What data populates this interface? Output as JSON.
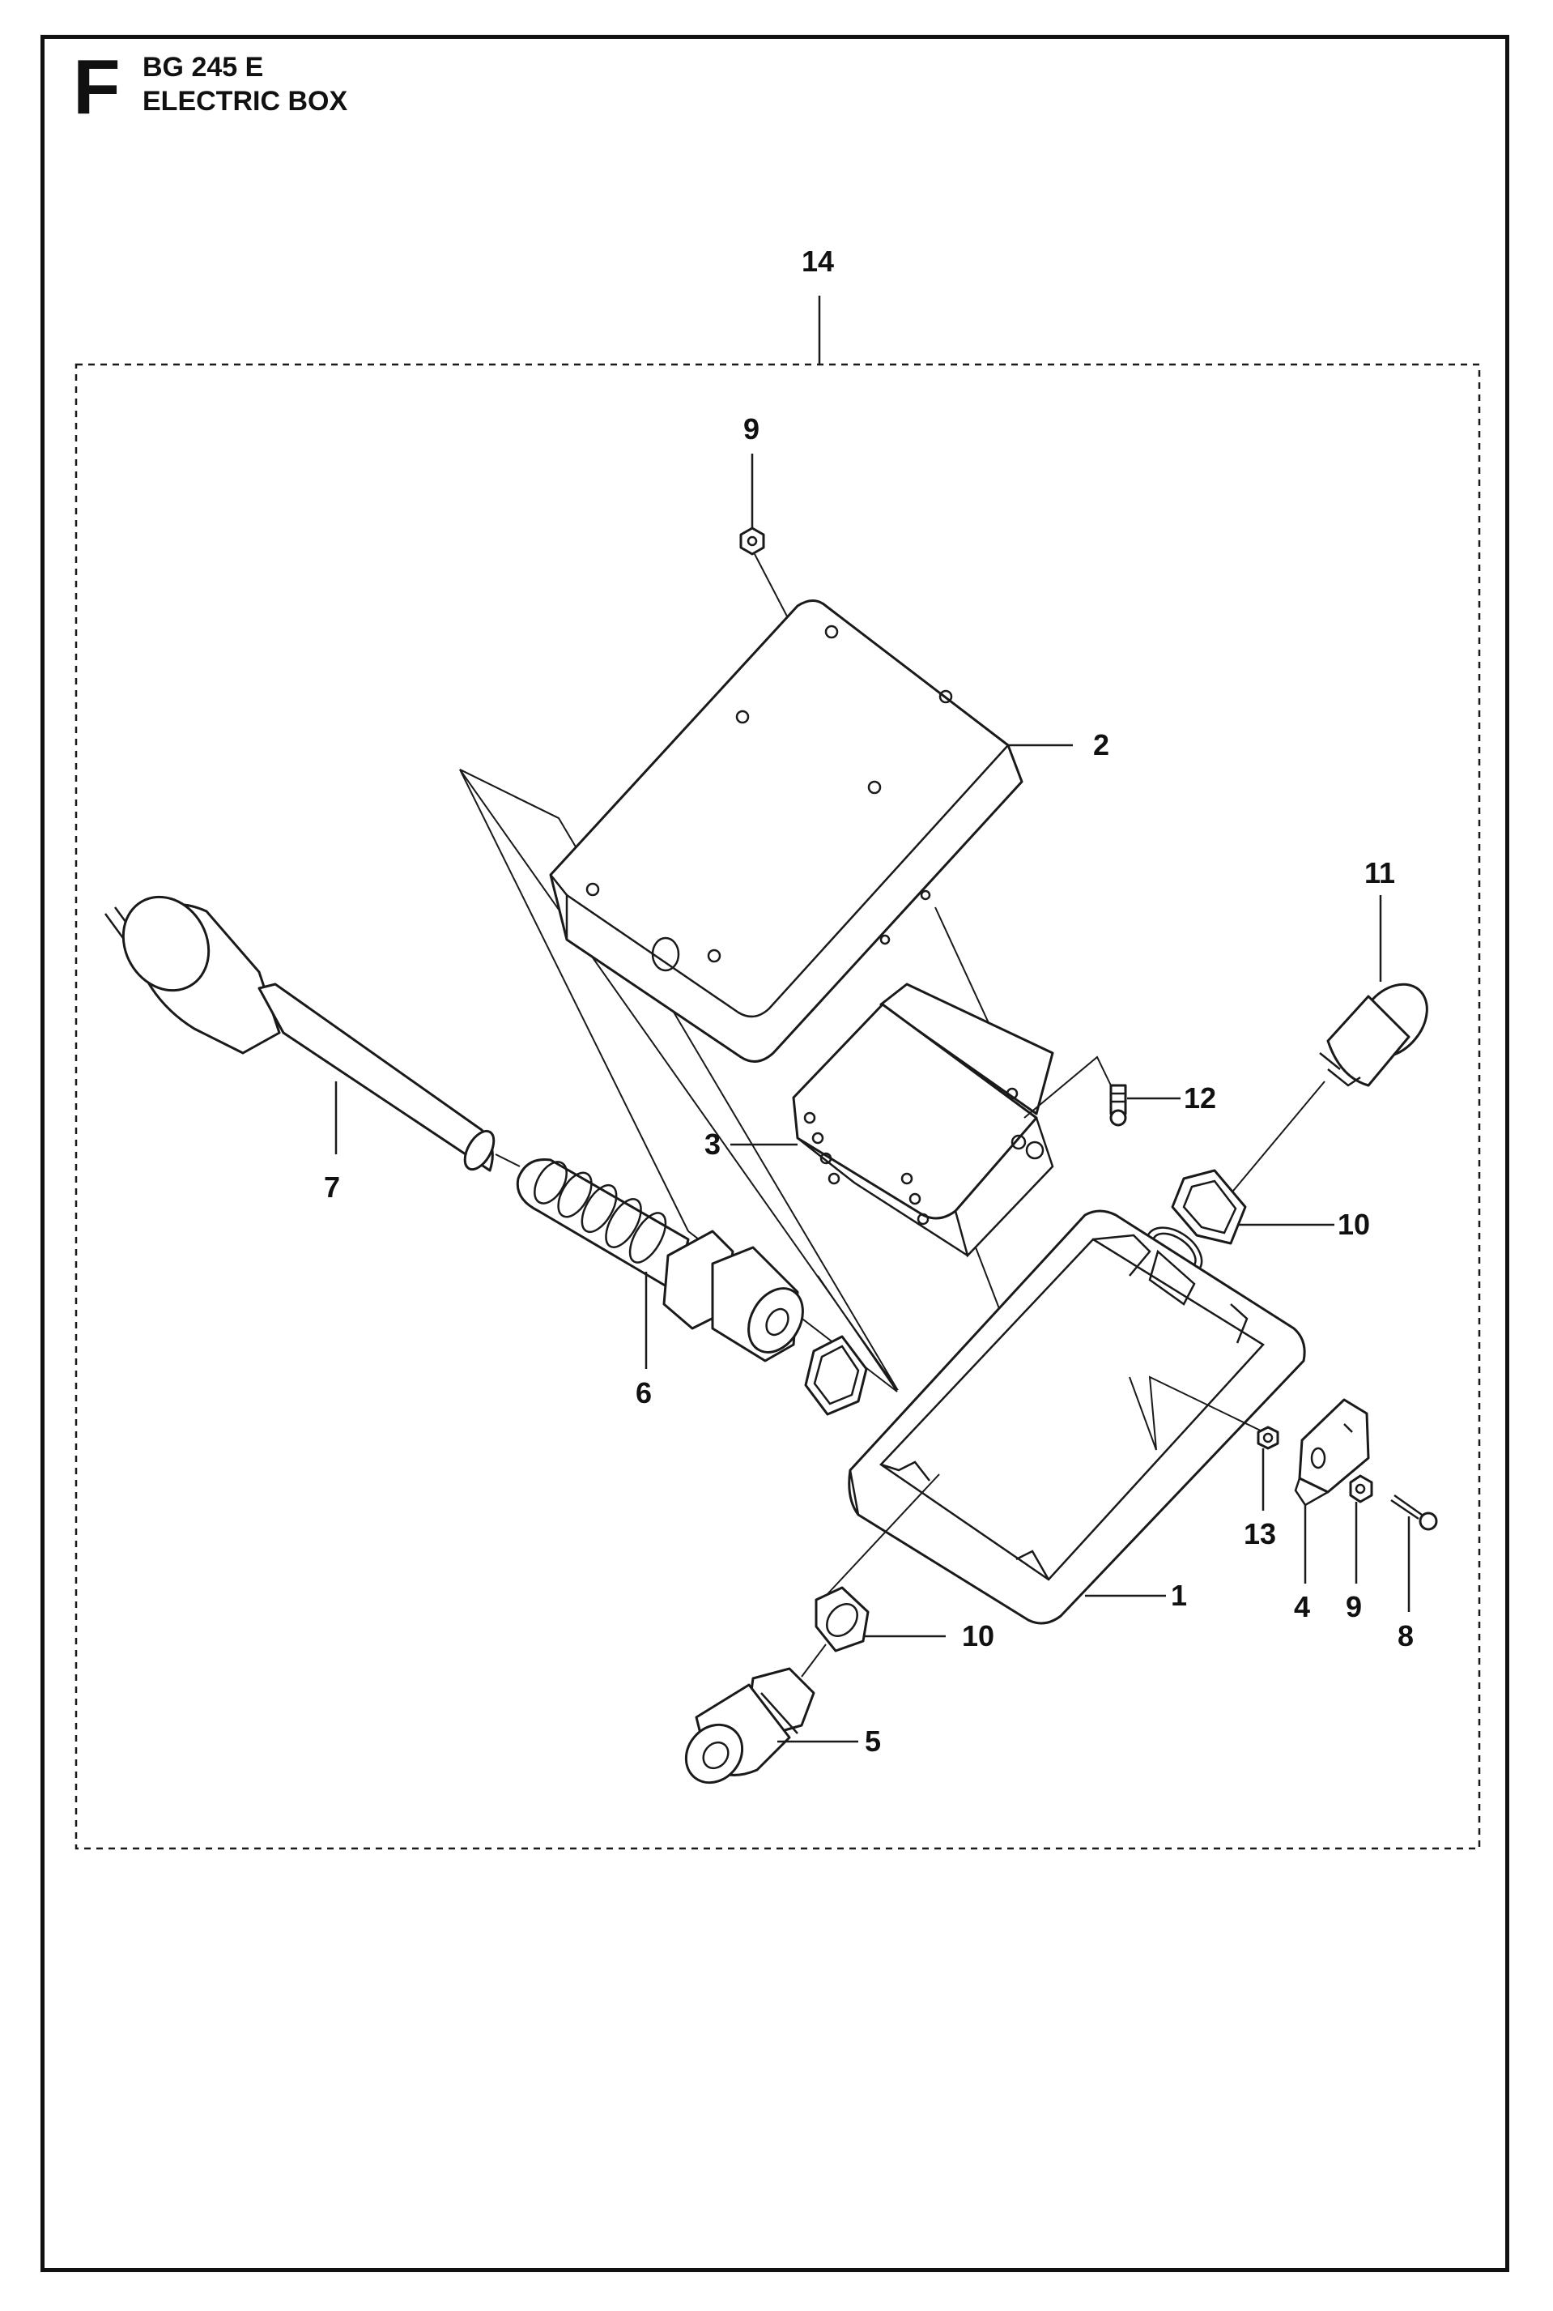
{
  "page": {
    "section_letter": "F",
    "title_model": "BG 245 E",
    "title_section": "ELECTRIC BOX"
  },
  "callouts": [
    {
      "id": "c14",
      "text": "14"
    },
    {
      "id": "c9a",
      "text": "9"
    },
    {
      "id": "c2",
      "text": "2"
    },
    {
      "id": "c11",
      "text": "11"
    },
    {
      "id": "c12",
      "text": "12"
    },
    {
      "id": "c3",
      "text": "3"
    },
    {
      "id": "c7",
      "text": "7"
    },
    {
      "id": "c10a",
      "text": "10"
    },
    {
      "id": "c6",
      "text": "6"
    },
    {
      "id": "c13",
      "text": "13"
    },
    {
      "id": "c1",
      "text": "1"
    },
    {
      "id": "c4",
      "text": "4"
    },
    {
      "id": "c9b",
      "text": "9"
    },
    {
      "id": "c8",
      "text": "8"
    },
    {
      "id": "c10b",
      "text": "10"
    },
    {
      "id": "c5",
      "text": "5"
    }
  ],
  "colors": {
    "ink": "#111111",
    "paper": "#ffffff"
  }
}
